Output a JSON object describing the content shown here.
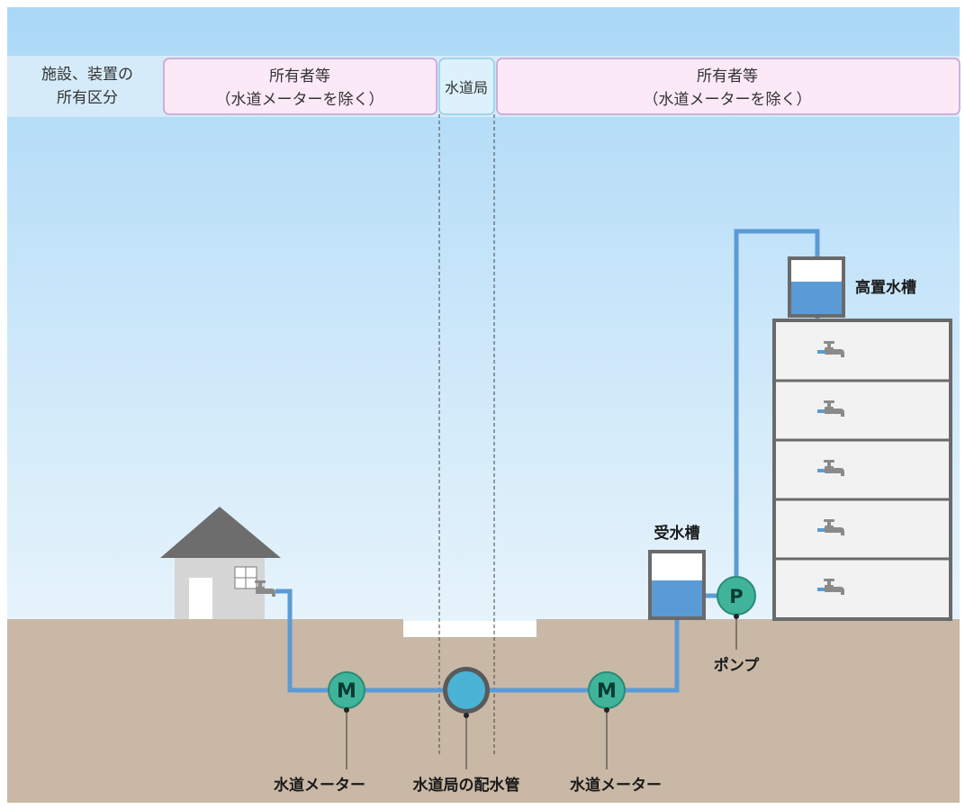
{
  "colors": {
    "sky_top": "#b3dcf8",
    "sky_bottom": "#dff0fb",
    "ground": "#c9b9a6",
    "pipe": "#5b9bd5",
    "meter_fill": "#3fb49a",
    "meter_text": "#0b3b33",
    "owner_band_fill": "#fbe9f8",
    "owner_band_border": "#c79ccf",
    "bureau_band_fill": "#dcf1fb",
    "bureau_band_border": "#8ecde8",
    "building_frame": "#6a6a6a",
    "water": "#5b9bd5",
    "main_pipe_fill": "#4ab3d6"
  },
  "header": {
    "row_label_line1": "施設、装置の",
    "row_label_line2": "所有区分",
    "left_owner_line1": "所有者等",
    "left_owner_line2": "（水道メーターを除く）",
    "bureau": "水道局",
    "right_owner_line1": "所有者等",
    "right_owner_line2": "（水道メーターを除く）"
  },
  "labels": {
    "left_meter": "水道メーター",
    "main_pipe": "水道局の配水管",
    "right_meter": "水道メーター",
    "pump": "ポンプ",
    "receiving_tank": "受水槽",
    "elevated_tank": "高置水槽"
  },
  "symbols": {
    "meter_letter": "M",
    "pump_letter": "P"
  },
  "icons": {
    "house": "house-icon",
    "faucet": "faucet-icon",
    "building": "apartment-building-icon"
  }
}
